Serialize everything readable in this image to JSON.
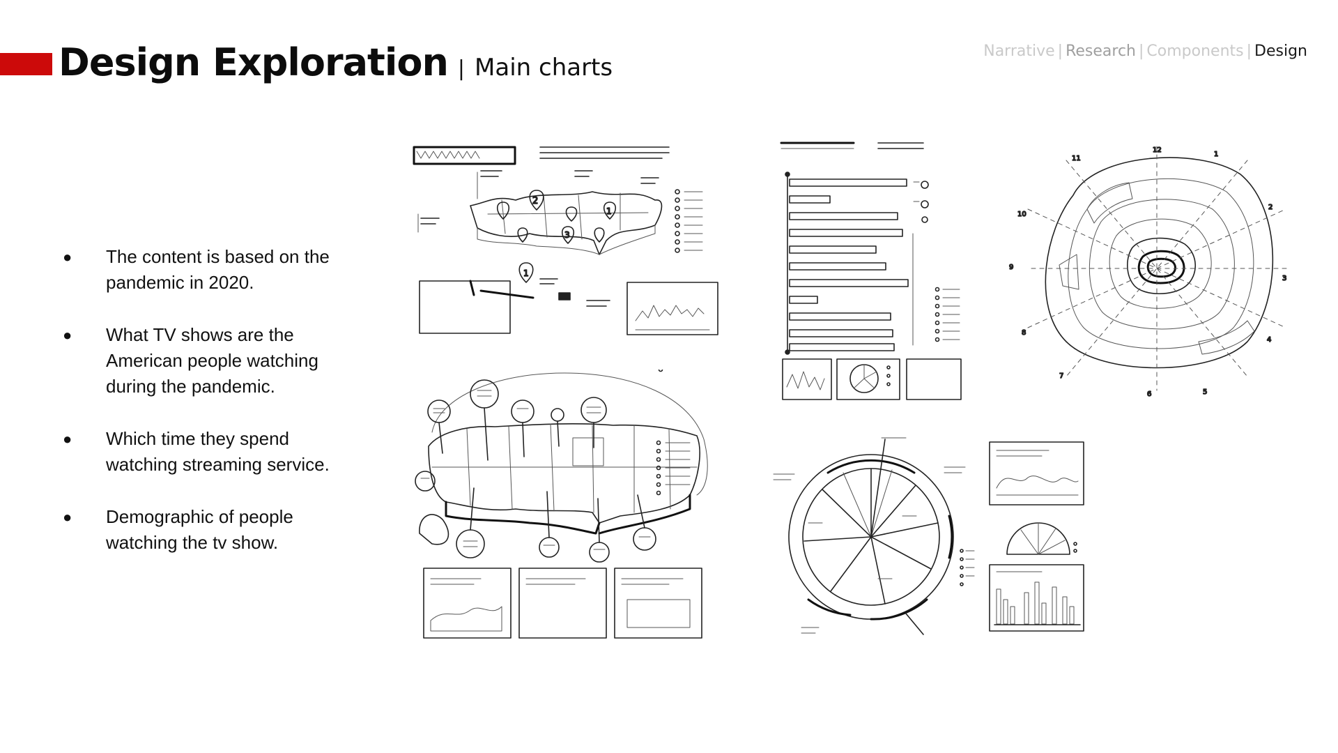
{
  "header": {
    "accent_color": "#cc0a0a",
    "title": "Design Exploration",
    "separator": "|",
    "subtitle": "Main charts"
  },
  "nav": {
    "items": [
      {
        "label": "Narrative",
        "state": "inactive"
      },
      {
        "label": "Research",
        "state": "inactive"
      },
      {
        "label": "Components",
        "state": "inactive"
      },
      {
        "label": "Design",
        "state": "active"
      }
    ],
    "separator": "|"
  },
  "bullets": {
    "marker": "●",
    "items": [
      "The content is based on the pandemic in 2020.",
      "What TV shows are the American people watching during the pandemic.",
      "Which time they spend watching streaming service.",
      "Demographic of people watching the tv show."
    ]
  },
  "sketches": {
    "sketch_1_pins": [
      "2",
      "1",
      "3",
      "1"
    ],
    "sketch_3_clock_labels": [
      "12",
      "1",
      "2",
      "3",
      "4",
      "5",
      "6",
      "7",
      "8",
      "9",
      "10",
      "11"
    ]
  }
}
